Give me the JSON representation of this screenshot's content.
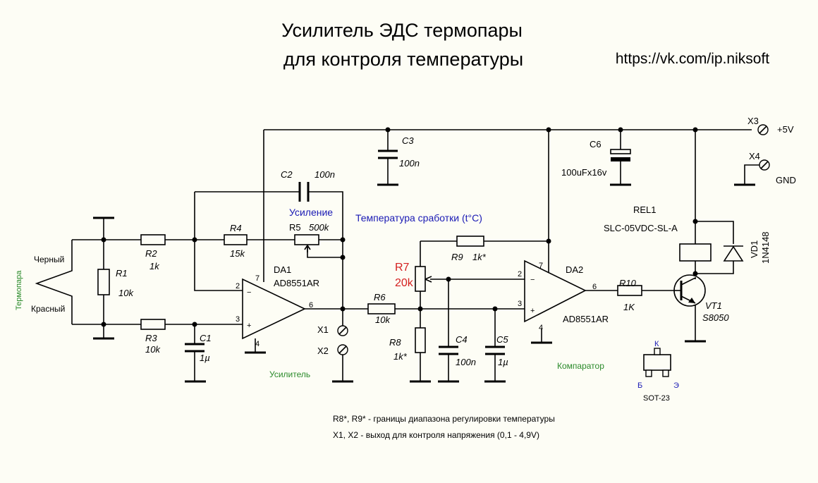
{
  "title": {
    "line1": "Усилитель ЭДС термопары",
    "line2": "для контроля температуры"
  },
  "url": "https://vk.com/ip.niksoft",
  "thermocouple": {
    "label": "Термопара",
    "black": "Черный",
    "red": "Красный"
  },
  "components": {
    "R1": {
      "ref": "R1",
      "value": "10k"
    },
    "R2": {
      "ref": "R2",
      "value": "1k"
    },
    "R3": {
      "ref": "R3",
      "value": "10k"
    },
    "R4": {
      "ref": "R4",
      "value": "15k"
    },
    "R5": {
      "ref": "R5",
      "value": "500k"
    },
    "R6": {
      "ref": "R6",
      "value": "10k"
    },
    "R7": {
      "ref": "R7",
      "value": "20k"
    },
    "R8": {
      "ref": "R8",
      "value": "1k*"
    },
    "R9": {
      "ref": "R9",
      "value": "1k*"
    },
    "R10": {
      "ref": "R10",
      "value": "1K"
    },
    "C1": {
      "ref": "C1",
      "value": "1µ"
    },
    "C2": {
      "ref": "C2",
      "value": "100n"
    },
    "C3": {
      "ref": "C3",
      "value": "100n"
    },
    "C4": {
      "ref": "C4",
      "value": "100n"
    },
    "C5": {
      "ref": "C5",
      "value": "1µ"
    },
    "C6": {
      "ref": "C6",
      "value": "100uFx16v"
    },
    "DA1": {
      "ref": "DA1",
      "part": "AD8551AR"
    },
    "DA2": {
      "ref": "DA2",
      "part": "AD8551AR"
    },
    "REL1": {
      "ref": "REL1",
      "part": "SLC-05VDC-SL-A"
    },
    "VD1": {
      "ref": "VD1",
      "part": "1N4148"
    },
    "VT1": {
      "ref": "VT1",
      "part": "S8050"
    },
    "X1": "X1",
    "X2": "X2",
    "X3": "X3",
    "X4": "X4"
  },
  "pins": {
    "da1": {
      "p2": "2",
      "p3": "3",
      "p4": "4",
      "p6": "6",
      "p7": "7"
    },
    "da2": {
      "p2": "2",
      "p3": "3",
      "p4": "4",
      "p6": "6",
      "p7": "7"
    }
  },
  "power": {
    "vcc": "+5V",
    "gnd": "GND"
  },
  "labels": {
    "gain": "Усиление",
    "threshold": "Температура сработки (t°C)",
    "amplifier": "Усилитель",
    "comparator": "Компаратор"
  },
  "package": {
    "name": "SOT-23",
    "k": "К",
    "b": "Б",
    "e": "Э"
  },
  "notes": [
    "R8*, R9* - границы диапазона регулировки температуры",
    "X1, X2 - выход для контроля напряжения (0,1 - 4,9V)"
  ]
}
